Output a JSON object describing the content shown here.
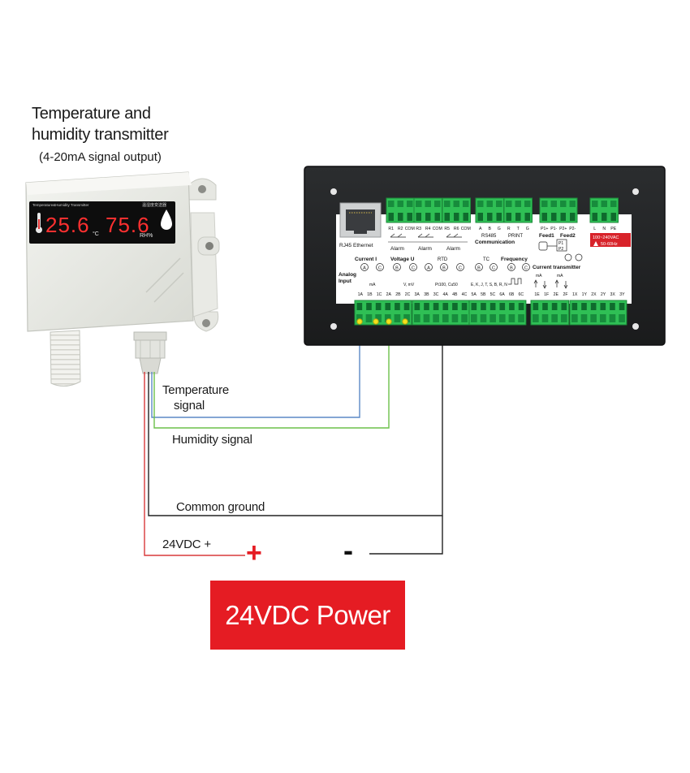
{
  "transmitter": {
    "title_line1": "Temperature and",
    "title_line2": "humidity transmitter",
    "subtitle": "(4-20mA signal output)",
    "display_temp": "25.6",
    "display_hum": "75.6",
    "temp_unit": "°C",
    "hum_unit": "RH%",
    "header_en": "Temperature&Humidity Transmitter",
    "header_cn": "温湿度变送器"
  },
  "labels": {
    "temperature_signal_1": "Temperature",
    "temperature_signal_2": "signal",
    "humidity_signal": "Humidity signal",
    "common_ground": "Common ground",
    "vdc_plus": "24VDC +",
    "plus": "+",
    "minus": "-",
    "power": "24VDC Power"
  },
  "controller": {
    "rj45": "RJ45 Ethernet",
    "top_terminals": [
      "R1",
      "R2",
      "COM",
      "R3",
      "R4",
      "COM",
      "R5",
      "R6",
      "COM",
      "A",
      "B",
      "G",
      "R",
      "T",
      "G",
      "P1+",
      "P1-",
      "P2+",
      "P2-",
      "L",
      "N",
      "PE"
    ],
    "alarm_labels": [
      "Alarm",
      "Alarm",
      "Alarm"
    ],
    "rs485": "RS485",
    "print": "PRINT",
    "communication": "Communication",
    "feed1": "Feed1",
    "feed2": "Feed2",
    "p1": "P1",
    "p2": "P2",
    "supply_voltage": "100~240VAC",
    "supply_freq": "50-60Hz",
    "current": "Current I",
    "voltage": "Voltage U",
    "rtd": "RTD",
    "tc": "TC",
    "frequency": "Frequency",
    "analog": "Analog",
    "input": "Input",
    "ma": "mA",
    "mv": "V, mV",
    "rtd_types": "Pt100, Cu50",
    "tc_types": "E, K, J, T, S, B, R, N",
    "current_transmitter": "Current transmitter",
    "ct_ma_1": "mA",
    "ct_ma_2": "mA",
    "bottom_terminals": [
      "1A",
      "1B",
      "1C",
      "2A",
      "2B",
      "2C",
      "3A",
      "3B",
      "3C",
      "4A",
      "4B",
      "4C",
      "5A",
      "5B",
      "5C",
      "6A",
      "6B",
      "6C",
      "1E",
      "1F",
      "2E",
      "2F",
      "1X",
      "1Y",
      "2X",
      "2Y",
      "3X",
      "3Y"
    ]
  },
  "colors": {
    "temperature_wire": "#5b88c6",
    "humidity_wire": "#6cc04a",
    "ground_wire": "#222222",
    "power_wire": "#d9383a",
    "power_box": "#e51c23",
    "terminal_green": "#2fbf55",
    "display_red": "#ff3030"
  }
}
